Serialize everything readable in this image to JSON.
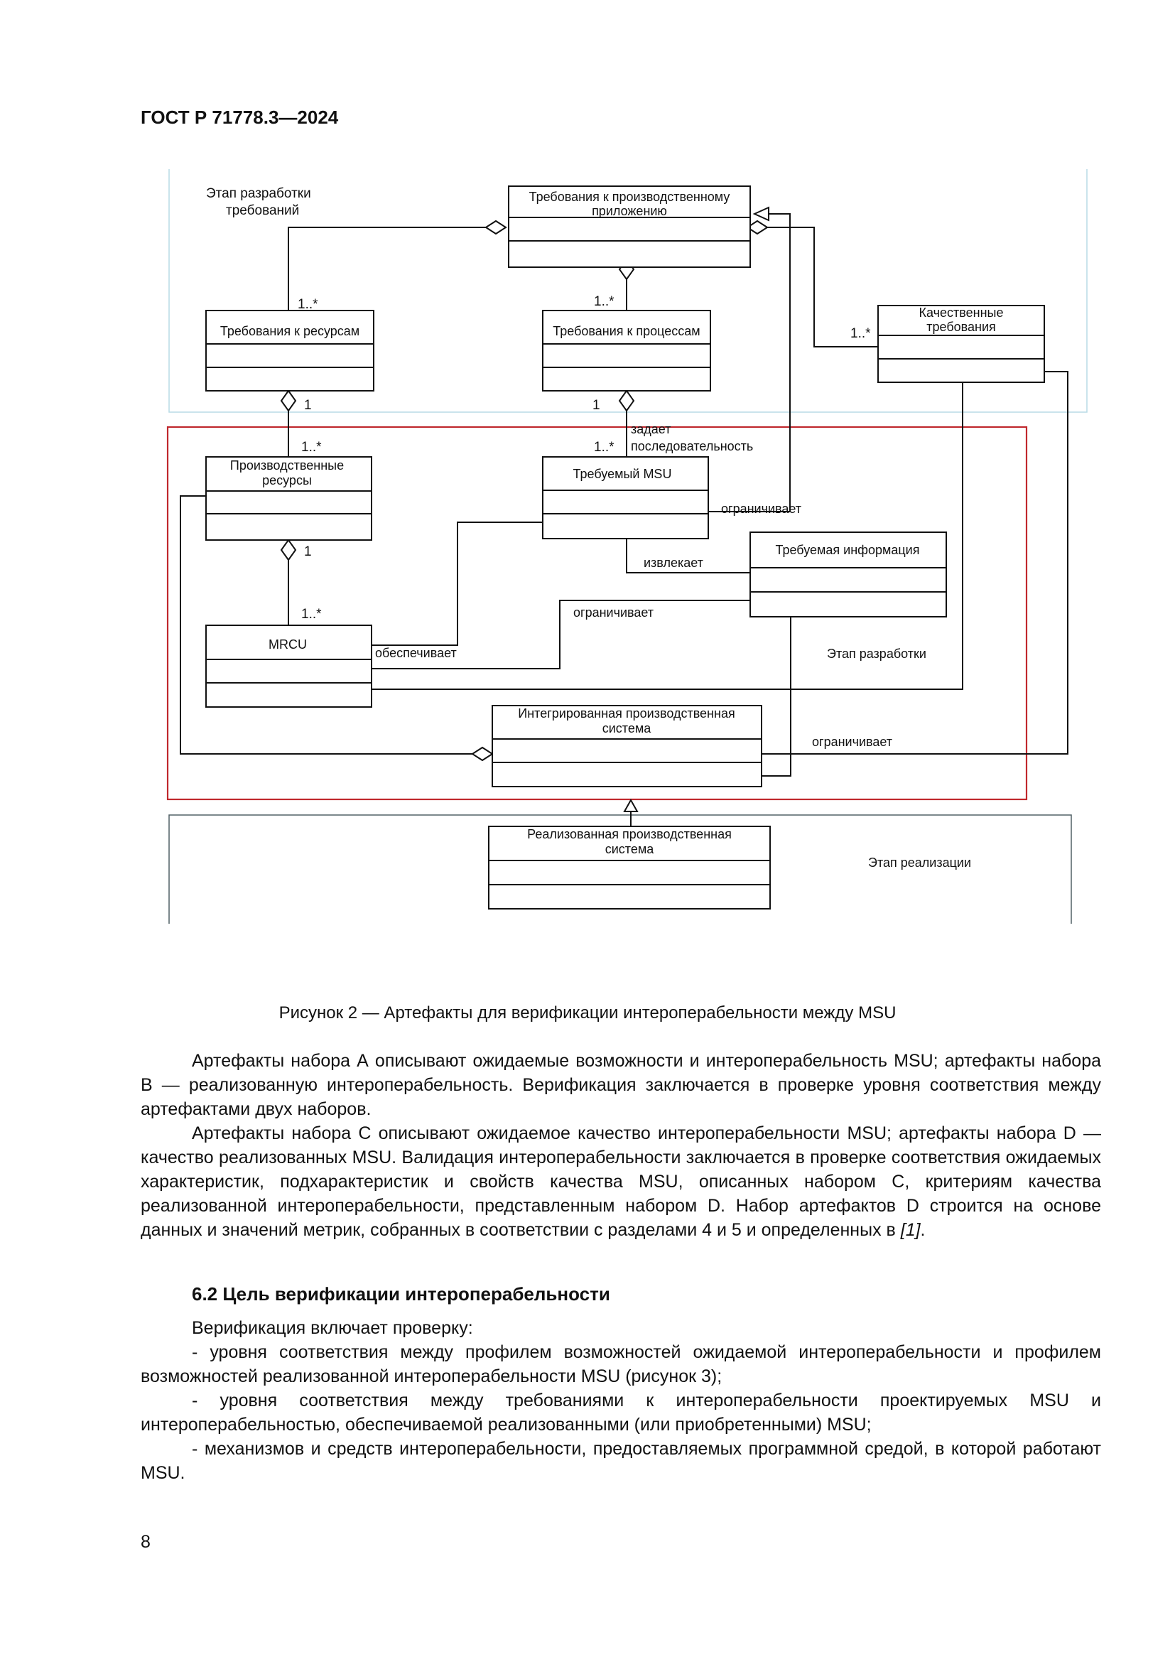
{
  "header": {
    "doc_id": "ГОСТ Р 71778.3—2024"
  },
  "diagram": {
    "stage_requirements": [
      "Этап разработки",
      "требований"
    ],
    "stage_development": "Этап разработки",
    "stage_implementation": "Этап реализации",
    "classes": {
      "app_requirements": [
        "Требования к производственному",
        "приложению"
      ],
      "resource_requirements": [
        "Требования к ресурсам"
      ],
      "process_requirements": [
        "Требования к процессам"
      ],
      "quality_requirements": [
        "Качественные",
        "требования"
      ],
      "production_resources": [
        "Производственные",
        "ресурсы"
      ],
      "required_msu": [
        "Требуемый MSU"
      ],
      "required_information": [
        "Требуемая информация"
      ],
      "mrcu": [
        "MRCU"
      ],
      "integrated_system": [
        "Интегрированная производственная",
        "система"
      ],
      "implemented_system": [
        "Реализованная производственная",
        "система"
      ]
    },
    "labels": {
      "mult_1_star": "1..*",
      "mult_1": "1",
      "sets_sequence": [
        "задает",
        "последовательность"
      ],
      "constrains": "ограничивает",
      "extracts": "извлекает",
      "provides": "обеспечивает"
    }
  },
  "caption": "Рисунок 2 — Артефакты для верификации интероперабельности между MSU",
  "paragraphs": {
    "p1": "Артефакты набора А описывают ожидаемые возможности и интероперабельность MSU; артефакты набора В — реализованную интероперабельность. Верификация заключается в проверке уровня соответствия между артефактами двух наборов.",
    "p2_main": "Артефакты набора С описывают ожидаемое качество интероперабельности MSU; артефакты набора D — качество реализованных MSU. Валидация интероперабельности заключается в проверке соответствия ожидаемых характеристик, подхарактеристик и свойств качества MSU, описанных набором С, критериям качества реализованной интероперабельности, представленным набором D. Набор артефактов D строится на основе данных и значений метрик, собранных в соответствии с разделами 4 и 5 и определенных в ",
    "p2_ref": "[1]",
    "p2_end": "."
  },
  "section": {
    "heading": "6.2 Цель верификации интероперабельности"
  },
  "list": {
    "intro": "Верификация включает проверку:",
    "items": [
      "- уровня соответствия между профилем возможностей ожидаемой интероперабельности и профилем возможностей реализованной интероперабельности MSU (рисунок 3);",
      "- уровня соответствия между требованиями к интероперабельности проектируемых MSU и интероперабельностью, обеспечиваемой реализованными (или приобретенными) MSU;",
      "- механизмов и средств интероперабельности, предоставляемых программной средой, в которой работают MSU."
    ]
  },
  "footer": {
    "page_number": "8"
  }
}
